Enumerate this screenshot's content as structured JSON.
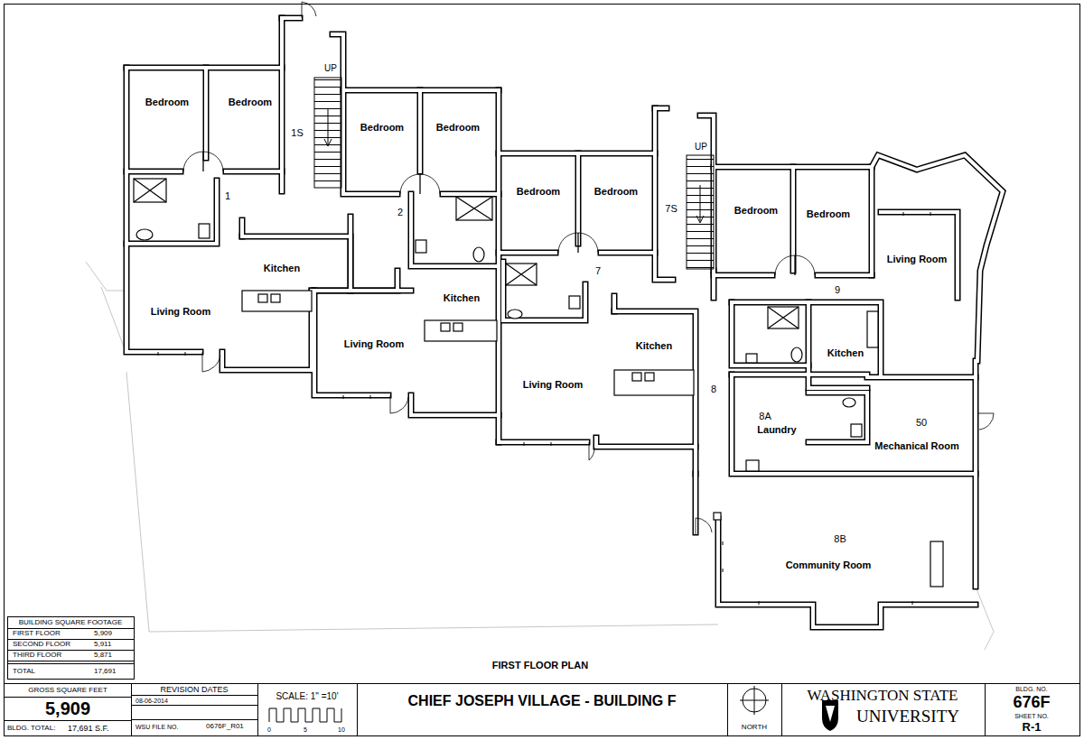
{
  "diagram": {
    "title": "CHIEF JOSEPH VILLAGE - BUILDING F",
    "caption": "FIRST FLOOR PLAN",
    "nodes": [
      {
        "text": [
          "BUILDING SQUARE FOOTAGE"
        ]
      },
      {
        "text": [
          "GROSS SQUARE FEET",
          "5,909",
          "BLDG. TOTAL:",
          "17,691 S.F."
        ]
      },
      {
        "text": [
          "REVISION DATES",
          "08-06-2014",
          "WSU FILE NO.",
          "0676F_R01"
        ]
      },
      {
        "text": [
          "SCALE: 1\" =10'"
        ]
      },
      {
        "text": [
          "NORTH"
        ]
      },
      {
        "text": [
          "WASHINGTON STATE",
          "UNIVERSITY"
        ]
      },
      {
        "text": [
          "BLDG. NO.",
          "676F",
          "SHEET NO.",
          "R-1"
        ]
      }
    ],
    "labels": [
      "Bedroom",
      "Bedroom",
      "UP",
      "1S",
      "1",
      "Kitchen",
      "Living Room",
      "Bedroom",
      "Bedroom",
      "2",
      "Kitchen",
      "Living Room",
      "Bedroom",
      "Bedroom",
      "UP",
      "7S",
      "7",
      "Kitchen",
      "Living Room",
      "Bedroom",
      "Bedroom",
      "Living Room",
      "9",
      "Kitchen",
      "8",
      "8A",
      "Laundry",
      "50",
      "Mechanical Room",
      "8B",
      "Community Room",
      "FIRST FLOOR",
      "5,909",
      "SECOND FLOOR",
      "5,911",
      "THIRD FLOOR",
      "5,871",
      "TOTAL",
      "17,691",
      "0",
      "5",
      "10"
    ]
  }
}
